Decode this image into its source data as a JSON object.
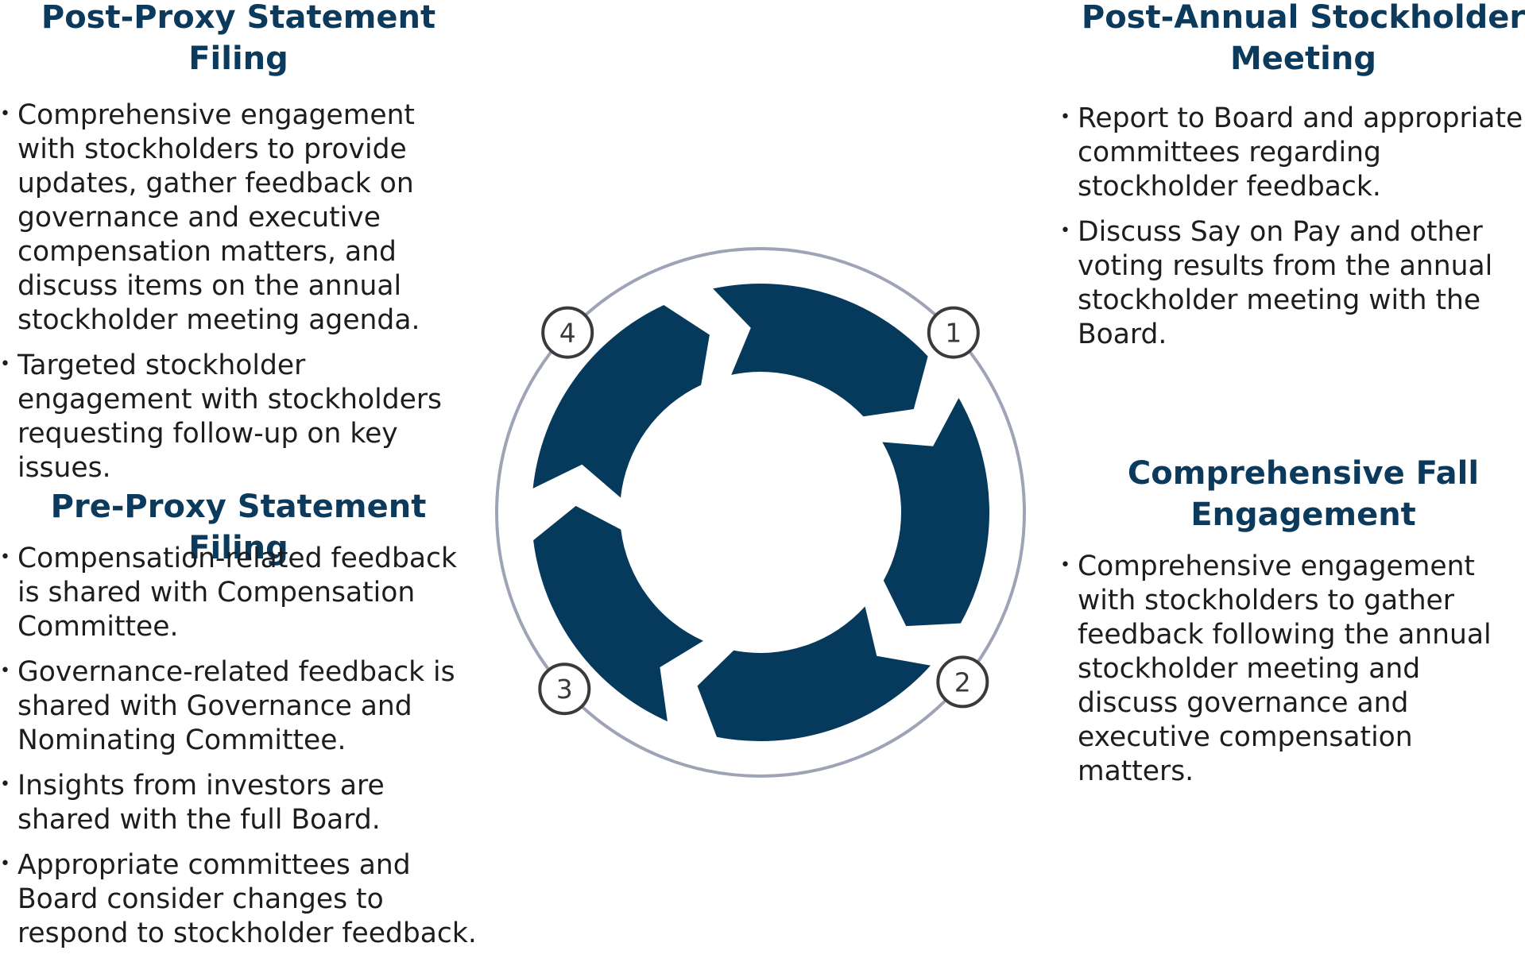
{
  "sections": [
    {
      "id": "post-proxy",
      "title_lines": [
        "Post-Proxy Statement",
        "Filing"
      ],
      "bullets": [
        "Comprehensive engagement with stockholders to provide updates, gather feedback on governance and executive compensation matters, and discuss items on the annual stockholder meeting agenda.",
        "Targeted stockholder engagement with stockholders requesting follow-up on key issues."
      ]
    },
    {
      "id": "pre-proxy",
      "title_lines": [
        "Pre-Proxy Statement Filing"
      ],
      "bullets": [
        "Compensation-related feedback is shared with Compensation Committee.",
        "Governance-related feedback is shared with Governance and Nominating Committee.",
        "Insights from investors are shared with the full Board.",
        "Appropriate committees and Board consider changes to respond to stockholder feedback."
      ]
    },
    {
      "id": "post-annual",
      "title_lines": [
        "Post-Annual Stockholder",
        "Meeting"
      ],
      "bullets": [
        "Report to Board and appropriate committees regarding stockholder feedback.",
        "Discuss Say on Pay and other voting results from the annual stockholder meeting with the Board."
      ]
    },
    {
      "id": "fall-engagement",
      "title_lines": [
        "Comprehensive Fall",
        "Engagement"
      ],
      "bullets": [
        "Comprehensive engagement with stockholders to gather feedback following the annual stockholder meeting and discuss governance and executive compensation matters."
      ]
    }
  ],
  "cycle": {
    "steps": [
      "1",
      "2",
      "3",
      "4"
    ],
    "colors": {
      "arrow": "#053a5c",
      "ring": "#9ea3b6",
      "badge_stroke": "#3a3a3c",
      "heading": "#0b3a5c"
    }
  }
}
